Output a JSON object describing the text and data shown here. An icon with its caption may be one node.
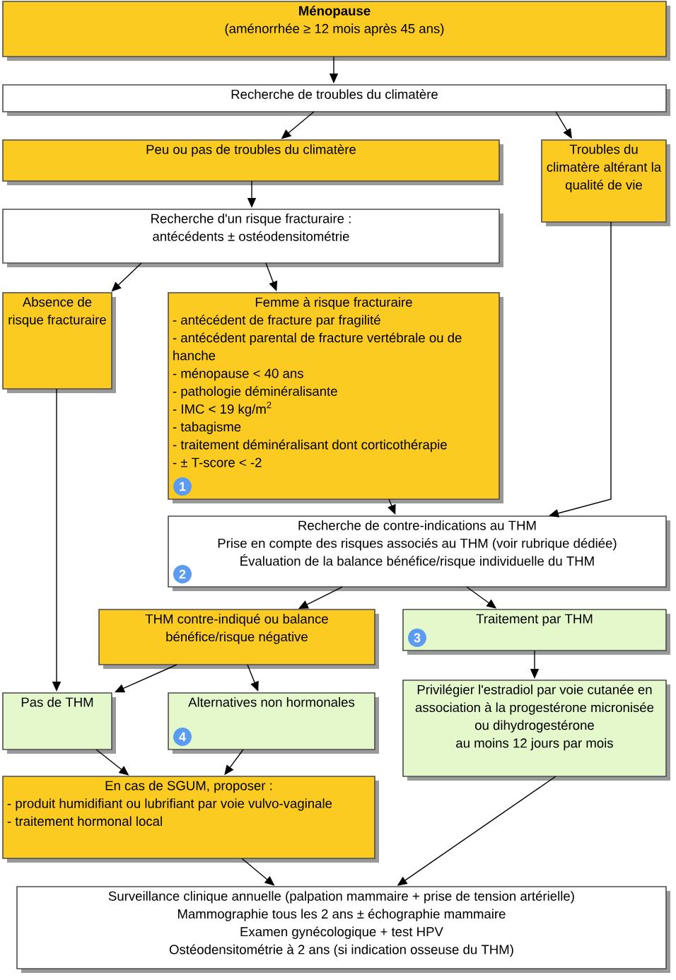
{
  "diagram": {
    "nodes": [
      {
        "text": [
          "Ménopause",
          "(aménorrhée ≥ 12 mois après 45 ans)"
        ]
      },
      {
        "text": [
          "Recherche de troubles du climatère"
        ]
      },
      {
        "text": [
          "Peu ou pas de troubles du climatère"
        ]
      },
      {
        "text": [
          "Troubles du climatère altérant la qualité de vie"
        ]
      },
      {
        "text": [
          "Recherche d'un risque fracturaire :",
          "antécédents ± ostéodensitométrie"
        ]
      },
      {
        "text": [
          "Absence de risque fracturaire"
        ]
      },
      {
        "text": [
          "Femme à risque fracturaire",
          "- antécédent de fracture par fragilité",
          "- antécédent parental de fracture vertébrale ou de hanche",
          "- ménopause < 40 ans",
          "- pathologie déminéralisante",
          "- IMC < 19 kg/m$^{2}$",
          "- tabagisme",
          "- traitement déminéralisant dont corticothérapie",
          "- ± T-score < -2"
        ]
      },
      {
        "text": [
          "1"
        ],
        "in": 6
      },
      {
        "text": [
          "Recherche de contre-indications au THM",
          "Prise en compte des risques associés au THM (voir rubrique dédiée)",
          "Évaluation de la balance bénéfice/risque individuelle du THM"
        ]
      },
      {
        "text": [
          "2"
        ],
        "in": 8
      },
      {
        "text": [
          "THM contre-indiqué ou balance bénéfice/risque négative"
        ]
      },
      {
        "text": [
          "Traitement par THM"
        ]
      },
      {
        "text": [
          "3"
        ],
        "in": 11
      },
      {
        "text": [
          "Pas de THM"
        ]
      },
      {
        "text": [
          "Alternatives non hormonales"
        ]
      },
      {
        "text": [
          "4"
        ],
        "in": 14
      },
      {
        "text": [
          "Privilégier l'estradiol par voie cutanée en association à la progestérone micronisée ou dihydrogestérone",
          "au moins 12 jours par mois"
        ]
      },
      {
        "text": [
          "En cas de SGUM, proposer :",
          "- produit humidifiant ou lubrifiant par voie vulvo-vaginale",
          "- traitement hormonal local"
        ]
      },
      {
        "text": [
          "Surveillance clinique annuelle (palpation mammaire + prise de tension artérielle)",
          "Mammographie tous les 2 ans ± échographie mammaire",
          "Examen gynécologique + test HPV",
          "Ostéodensitométrie à 2 ans (si indication osseuse du THM)"
        ]
      }
    ],
    "edges": [
      {
        "from": 0,
        "to": 1,
        "arrow": "to"
      },
      {
        "from": 1,
        "to": 2,
        "arrow": "to"
      },
      {
        "from": 1,
        "to": 3,
        "arrow": "to"
      },
      {
        "from": 2,
        "to": 4,
        "arrow": "to"
      },
      {
        "from": 4,
        "to": 5,
        "arrow": "to"
      },
      {
        "from": 4,
        "to": 6,
        "arrow": "to"
      },
      {
        "from": 6,
        "to": 8,
        "arrow": "to"
      },
      {
        "from": 3,
        "to": 8,
        "arrow": "to"
      },
      {
        "from": 8,
        "to": 10,
        "arrow": "to"
      },
      {
        "from": 8,
        "to": 11,
        "arrow": "to"
      },
      {
        "from": 5,
        "to": 13,
        "arrow": "to"
      },
      {
        "from": 10,
        "to": 13,
        "arrow": "to"
      },
      {
        "from": 10,
        "to": 14,
        "arrow": "to"
      },
      {
        "from": 11,
        "to": 16,
        "arrow": "to"
      },
      {
        "from": 13,
        "to": 17,
        "arrow": "to"
      },
      {
        "from": 14,
        "to": 17,
        "arrow": "to"
      },
      {
        "from": 17,
        "to": 18,
        "arrow": "to"
      },
      {
        "from": 16,
        "to": 18,
        "arrow": "to"
      }
    ]
  }
}
